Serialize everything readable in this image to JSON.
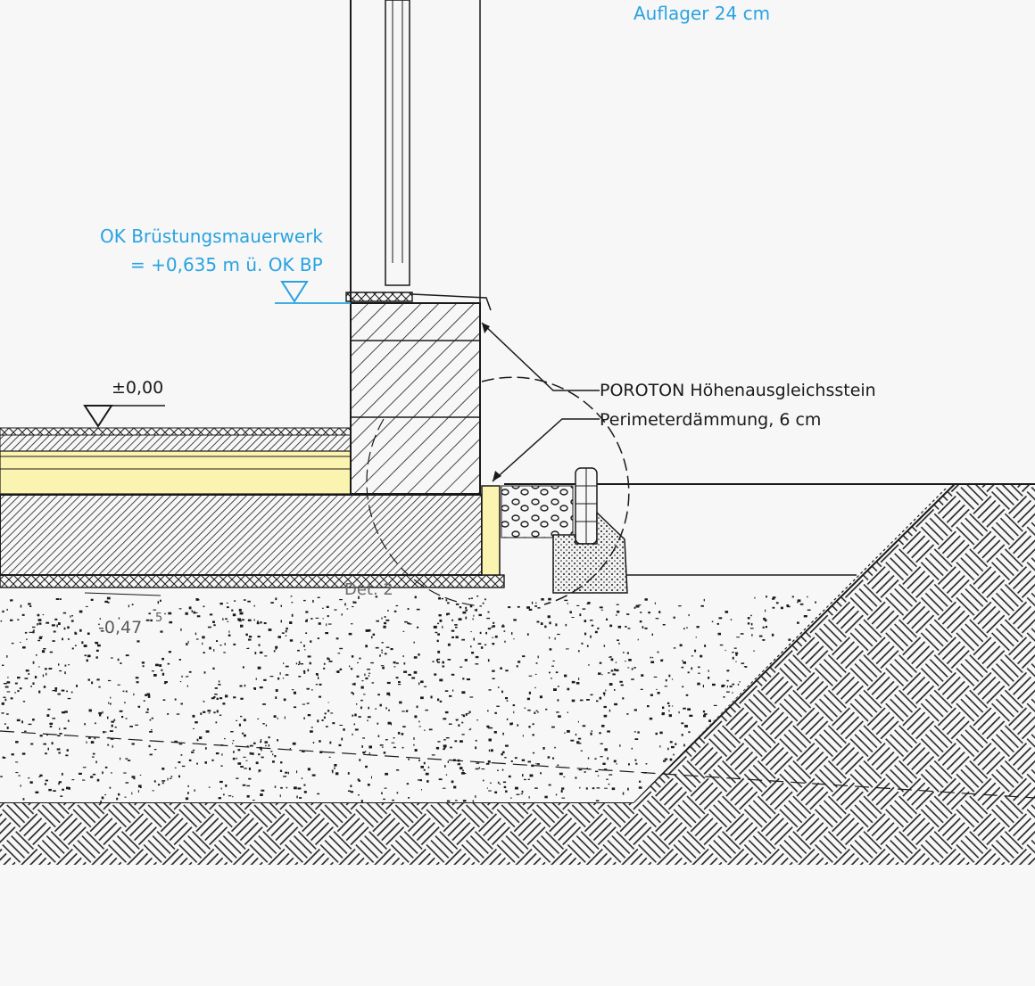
{
  "labels": {
    "support": "Auflager 24 cm",
    "parapet_line1": "OK Brüstungsmauerwerk",
    "parapet_line2": "= +0,635 m ü. OK BP",
    "level_zero": "±0,00",
    "level_low": "-0,47",
    "level_low_sup": "5",
    "poroton": "POROTON Höhenausgleichsstein",
    "perimeter": "Perimeterdämmung, 6 cm",
    "detail": "Det. 2"
  },
  "colors": {
    "background": "#f7f7f7",
    "line": "#1a1a1a",
    "annotation_blue": "#29a3e0",
    "insulation_yellow": "#fbf3b0",
    "insulation_edge": "#d9b94a"
  }
}
